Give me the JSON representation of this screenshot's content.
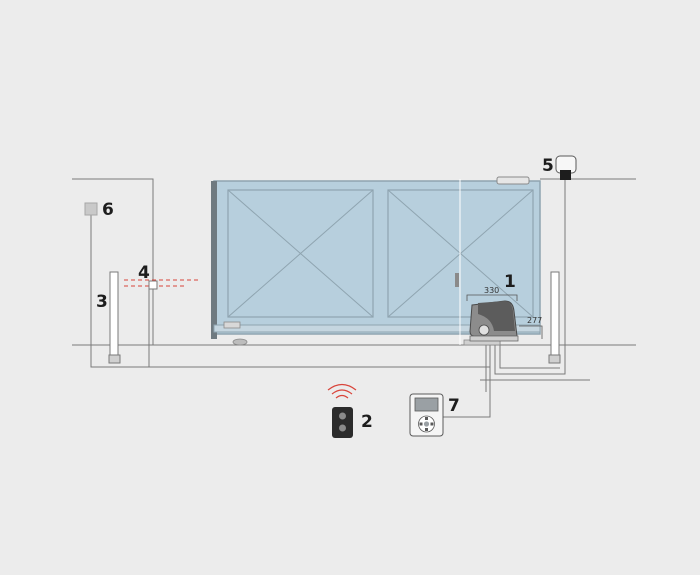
{
  "colors": {
    "background": "#ececec",
    "gate_fill": "#b7cfdd",
    "gate_frame": "#8fa4b0",
    "line": "#7a7a7a",
    "photocell_beam": "#d9443a",
    "signal": "#d9443a",
    "device_dark": "#2b2b2b",
    "label": "#1d1d1d"
  },
  "callouts": [
    {
      "id": "motor",
      "label": "1"
    },
    {
      "id": "remote-transmitter",
      "label": "2"
    },
    {
      "id": "photocell-column",
      "label": "3"
    },
    {
      "id": "photocells",
      "label": "4"
    },
    {
      "id": "flashing-light",
      "label": "5"
    },
    {
      "id": "key-selector",
      "label": "6"
    },
    {
      "id": "control-keypad",
      "label": "7"
    }
  ],
  "dimensions": {
    "motor_width": "330",
    "motor_depth": "277"
  },
  "icons": {
    "remote": "remote-control-icon",
    "signal": "wireless-signal-icon",
    "keypad": "control-keypad-icon"
  }
}
